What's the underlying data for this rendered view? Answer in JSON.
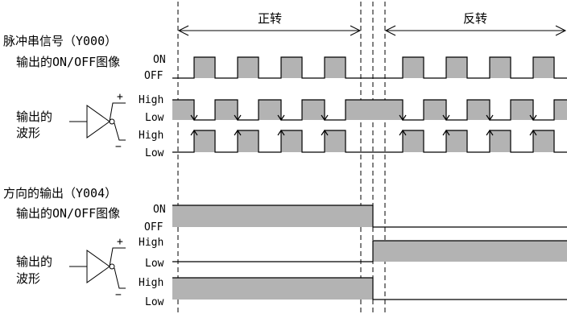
{
  "header": {
    "forward_label": "正转",
    "reverse_label": "反转"
  },
  "pulse_section": {
    "title": "脉冲串信号（Y000）",
    "image_label": "输出的ON/OFF图像",
    "on_label": "ON",
    "off_label": "OFF",
    "waveform_label_line1": "输出的",
    "waveform_label_line2": "波形",
    "plus": "+",
    "minus": "−",
    "high_label": "High",
    "low_label": "Low"
  },
  "direction_section": {
    "title": "方向的输出（Y004）",
    "image_label": "输出的ON/OFF图像",
    "on_label": "ON",
    "off_label": "OFF",
    "waveform_label_line1": "输出的",
    "waveform_label_line2": "波形",
    "plus": "+",
    "minus": "−",
    "high_label": "High",
    "low_label": "Low"
  },
  "colors": {
    "signal_fill": "#b3b3b3",
    "line": "#000000"
  }
}
